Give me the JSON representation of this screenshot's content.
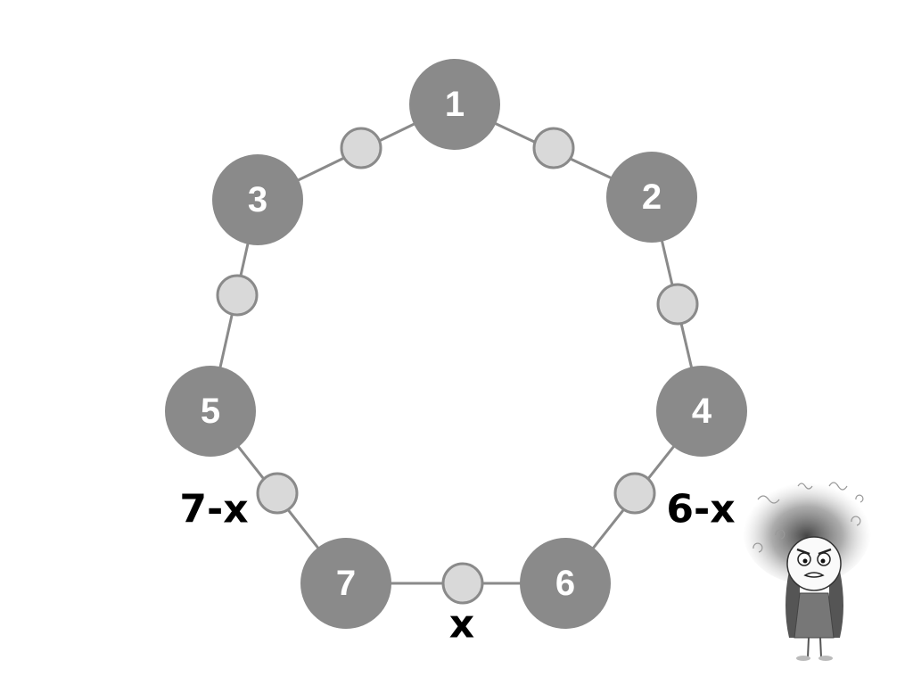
{
  "nodes": {
    "n1": "1",
    "n2": "2",
    "n3": "3",
    "n4": "4",
    "n5": "5",
    "n6": "6",
    "n7": "7"
  },
  "labels": {
    "left": "7-x",
    "right": "6-x",
    "bottom": "x"
  },
  "illustration": "frustrated-girl-with-tangled-hair",
  "colors": {
    "big_node": "#8a8a8a",
    "small_node": "#d9d9d9",
    "edge": "#8a8a8a"
  }
}
